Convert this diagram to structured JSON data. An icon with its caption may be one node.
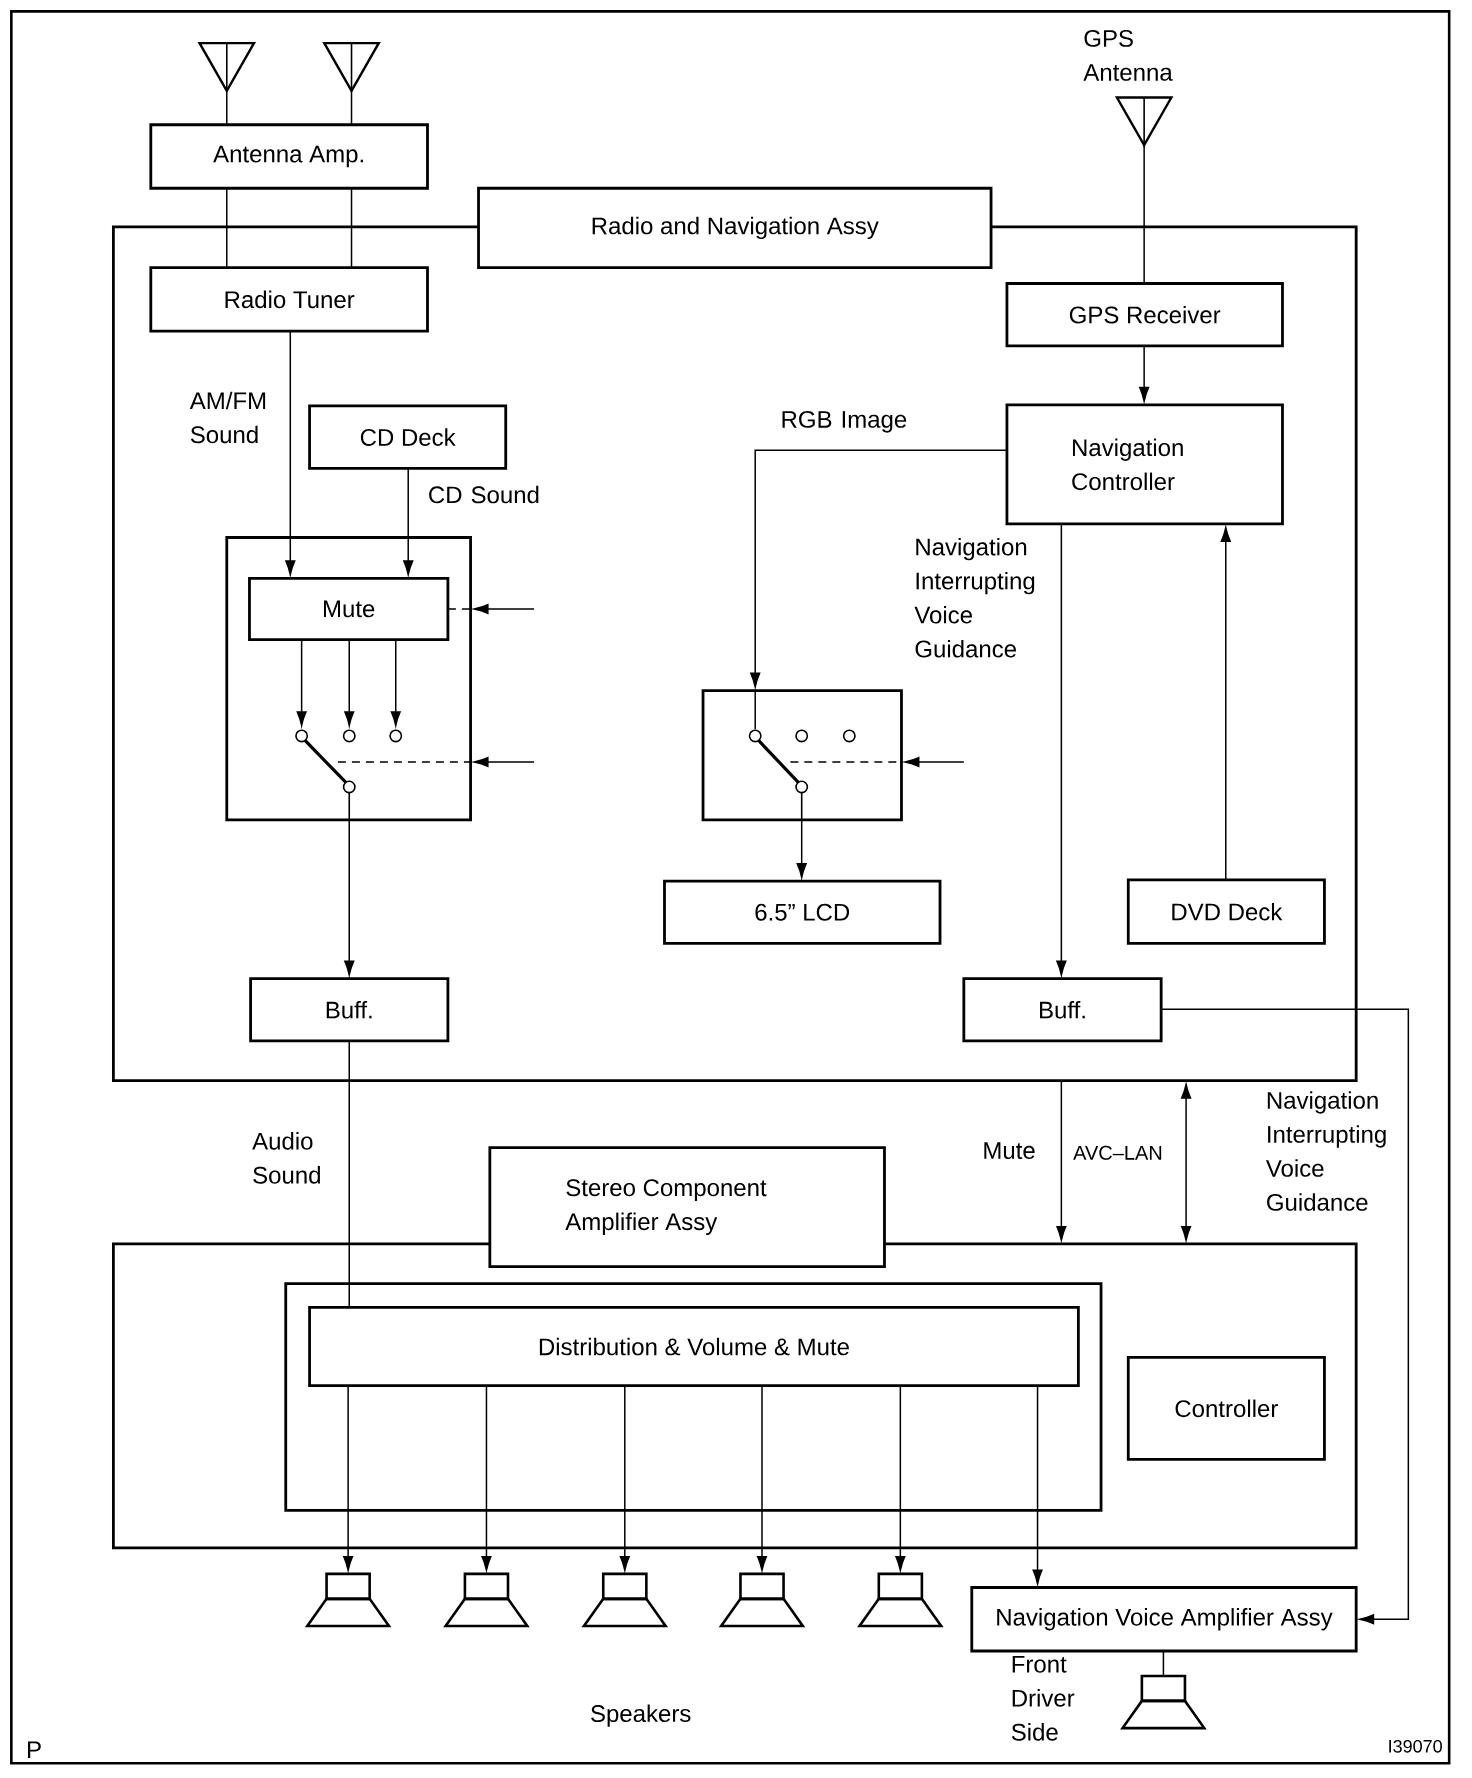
{
  "diagram": {
    "nodes": [
      {
        "text": [
          "Antenna Amp."
        ]
      },
      {
        "text": [
          "Radio and Navigation Assy"
        ]
      },
      {
        "text": [
          "Radio Tuner"
        ],
        "in": 1
      },
      {
        "text": [
          "CD Deck"
        ],
        "in": 1
      },
      {
        "text": [],
        "shape": "box",
        "in": 1
      },
      {
        "text": [
          "Mute"
        ],
        "in": 4
      },
      {
        "text": [
          "GPS Receiver"
        ],
        "in": 1
      },
      {
        "text": [
          "Navigation Controller"
        ],
        "in": 1
      },
      {
        "text": [],
        "shape": "box",
        "in": 1
      },
      {
        "text": [
          "6.5” LCD"
        ],
        "in": 1
      },
      {
        "text": [
          "DVD Deck"
        ],
        "in": 1
      },
      {
        "text": [
          "Buff."
        ],
        "in": 1
      },
      {
        "text": [
          "Buff."
        ],
        "in": 1
      },
      {
        "text": [
          "Stereo Component Amplifier Assy"
        ]
      },
      {
        "text": [],
        "shape": "box",
        "in": 13
      },
      {
        "text": [
          "Distribution & Volume & Mute"
        ],
        "in": 14
      },
      {
        "text": [
          "Controller"
        ],
        "in": 13
      },
      {
        "text": [],
        "shape": "speaker"
      },
      {
        "text": [],
        "shape": "speaker"
      },
      {
        "text": [],
        "shape": "speaker"
      },
      {
        "text": [],
        "shape": "speaker"
      },
      {
        "text": [],
        "shape": "speaker"
      },
      {
        "text": [
          "Navigation Voice Amplifier Assy"
        ]
      },
      {
        "text": [],
        "shape": "speaker"
      },
      {
        "text": [],
        "shape": "antenna"
      },
      {
        "text": [],
        "shape": "antenna"
      },
      {
        "text": [],
        "shape": "antenna",
        "beside": [
          "GPS Antenna"
        ]
      }
    ],
    "edges": [
      {
        "from": 24,
        "to": 0,
        "arrow": "none"
      },
      {
        "from": 25,
        "to": 0,
        "arrow": "none"
      },
      {
        "from": 0,
        "to": 2,
        "arrow": "none"
      },
      {
        "from": 0,
        "to": 2,
        "arrow": "none"
      },
      {
        "from": 26,
        "to": 6,
        "arrow": "none"
      },
      {
        "from": 6,
        "to": 7,
        "arrow": "to"
      },
      {
        "from": 2,
        "to": 5,
        "arrow": "to",
        "label": "AM/FM Sound"
      },
      {
        "from": 3,
        "to": 5,
        "arrow": "to",
        "label": "CD Sound"
      },
      {
        "from": 5,
        "to": null,
        "arrow": "to"
      },
      {
        "from": 5,
        "to": null,
        "arrow": "to"
      },
      {
        "from": 5,
        "to": null,
        "arrow": "to"
      },
      {
        "from": null,
        "to": 4,
        "arrow": "to"
      },
      {
        "from": null,
        "to": 4,
        "arrow": "to"
      },
      {
        "from": 4,
        "to": 11,
        "arrow": "to"
      },
      {
        "from": 7,
        "to": 8,
        "arrow": "to",
        "label": "RGB Image"
      },
      {
        "from": null,
        "to": 8,
        "arrow": "to"
      },
      {
        "from": 8,
        "to": 9,
        "arrow": "to"
      },
      {
        "from": 7,
        "to": 12,
        "arrow": "to",
        "label": "Navigation Interrupting Voice Guidance"
      },
      {
        "from": 10,
        "to": 7,
        "arrow": "to"
      },
      {
        "from": 11,
        "to": 15,
        "arrow": "none",
        "label": "Audio Sound"
      },
      {
        "from": 1,
        "to": 13,
        "arrow": "to",
        "label": "Mute"
      },
      {
        "from": 1,
        "to": 13,
        "arrow": "both",
        "label": "AVC–LAN"
      },
      {
        "from": 12,
        "to": 22,
        "arrow": "to",
        "label": "Navigation Interrupting Voice Guidance"
      },
      {
        "from": 15,
        "to": 17,
        "arrow": "to"
      },
      {
        "from": 15,
        "to": 18,
        "arrow": "to"
      },
      {
        "from": 15,
        "to": 19,
        "arrow": "to"
      },
      {
        "from": 15,
        "to": 20,
        "arrow": "to"
      },
      {
        "from": 15,
        "to": 21,
        "arrow": "to"
      },
      {
        "from": 15,
        "to": 22,
        "arrow": "to"
      },
      {
        "from": 22,
        "to": 23,
        "arrow": "none"
      }
    ],
    "labels": [
      "Front Driver Side",
      "Speakers",
      "P",
      "I39070"
    ]
  }
}
